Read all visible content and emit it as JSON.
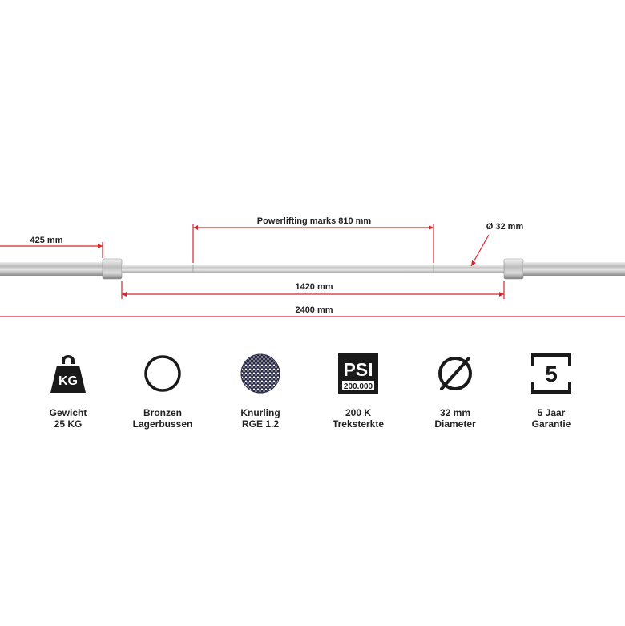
{
  "dimensions": {
    "end_length": "425 mm",
    "powerlifting_marks": "Powerlifting marks 810 mm",
    "diameter": "Ø 32 mm",
    "inner_length": "1420 mm",
    "total_length": "2400 mm"
  },
  "colors": {
    "dimension_line": "#d9232e",
    "icon": "#1a1a1a",
    "text": "#222222"
  },
  "features": [
    {
      "icon": "kettlebell-weight-icon",
      "icon_text": "KG",
      "line1": "Gewicht",
      "line2": "25 KG"
    },
    {
      "icon": "ring-bushing-icon",
      "line1": "Bronzen",
      "line2": "Lagerbussen"
    },
    {
      "icon": "knurling-texture-icon",
      "line1": "Knurling",
      "line2": "RGE 1.2"
    },
    {
      "icon": "psi-badge-icon",
      "icon_text": "PSI",
      "icon_subtext": "200.000",
      "line1": "200 K",
      "line2": "Treksterkte"
    },
    {
      "icon": "diameter-symbol-icon",
      "line1": "32 mm",
      "line2": "Diameter"
    },
    {
      "icon": "warranty-five-icon",
      "icon_text": "5",
      "line1": "5 Jaar",
      "line2": "Garantie"
    }
  ]
}
